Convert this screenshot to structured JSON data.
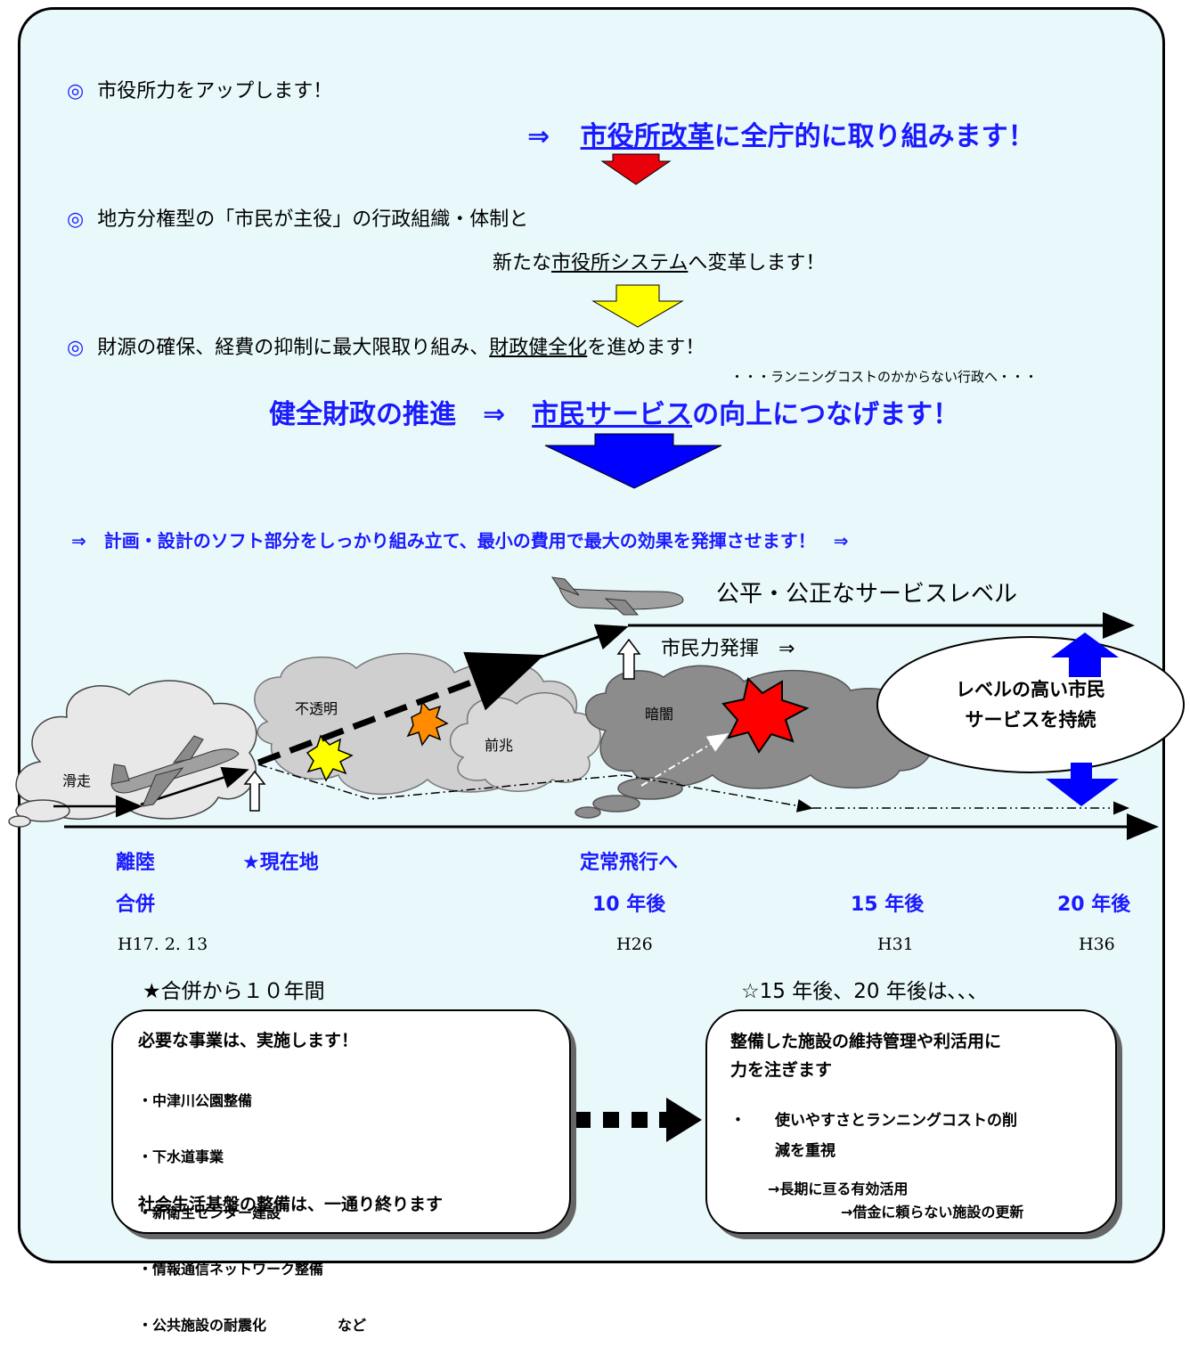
{
  "header": {
    "line1_mark": "◎",
    "line1_text": "市役所力をアップします！",
    "line2_arrow": "⇒",
    "line2_underlined": "市役所改革",
    "line2_rest": "に全庁的に取り組みます！",
    "line3_mark": "◎",
    "line3_text": "地方分権型の「市民が主役」の行政組織・体制と",
    "line4_pre": "新たな",
    "line4_underlined": "市役所システム",
    "line4_post": "へ変革します！",
    "line5_mark": "◎",
    "line5_pre": "財源の確保、経費の抑制に最大限取り組み、",
    "line5_underlined": "財政健全化",
    "line5_post": "を進めます！",
    "line6_note": "・・・ランニングコストのかからない行政へ・・・",
    "line7_pre": "健全財政の推進　⇒　",
    "line7_underlined": "市民サービス",
    "line7_post": "の向上につなげます！",
    "line8": "⇒　計画・設計のソフト部分をしっかり組み立て、最小の費用で最大の効果を発揮させます！　⇒"
  },
  "diagram": {
    "service_level": "公平・公正なサービスレベル",
    "citizen_power": "市民力発揮　⇒",
    "cloud_opaque": "不透明",
    "cloud_omen": "前兆",
    "cloud_dark": "暗闇",
    "cloud_taxi": "滑走",
    "ellipse_line1": "レベルの高い市民",
    "ellipse_line2": "サービスを持続"
  },
  "timeline": {
    "takeoff": "離陸",
    "current": "★現在地",
    "steady": "定常飛行へ",
    "merge": "合併",
    "y10": "10 年後",
    "y15": "15 年後",
    "y20": "20 年後",
    "d_merge": "H17. 2. 13",
    "d10": "H26",
    "d15": "H31",
    "d20": "H36"
  },
  "notes": {
    "left_heading": "★合併から１０年間",
    "right_heading": "☆15 年後、20 年後は､､､"
  },
  "left_box": {
    "title": "必要な事業は、実施します！",
    "items": [
      "・中津川公園整備",
      "・下水道事業",
      "・新衛生センター建設",
      "・情報通信ネットワーク整備",
      "・公共施設の耐震化　　　　　など"
    ],
    "footer": "社会生活基盤の整備は、一通り終ります"
  },
  "right_box": {
    "title_line1": "整備した施設の維持管理や利活用に",
    "title_line2": "力を注ぎます",
    "bullet_mark": "・",
    "bullet_line1": "使いやすさとランニングコストの削",
    "bullet_line2": "減を重視",
    "sub1": "→長期に亘る有効活用",
    "sub2": "→借金に頼らない施設の更新"
  },
  "colors": {
    "frame_bg": "#e9f9fb",
    "blue_text": "#1a1aff",
    "arrow_red": "#e8000a",
    "arrow_yellow": "#ffff00",
    "arrow_blue": "#0000ff"
  }
}
